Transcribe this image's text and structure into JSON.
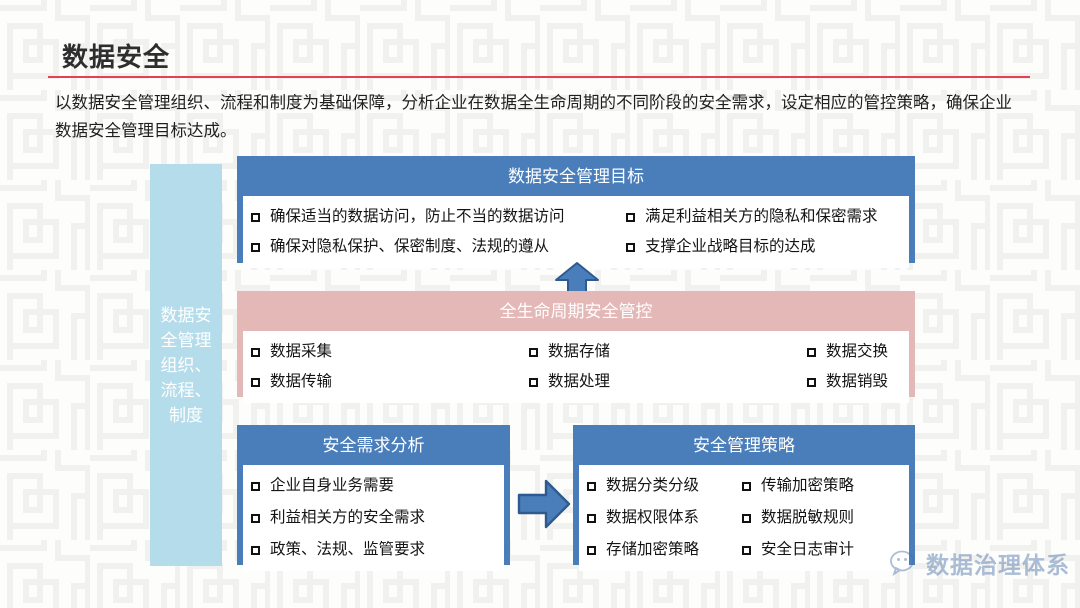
{
  "header": {
    "title": "数据安全",
    "intro": "以数据安全管理组织、流程和制度为基础保障，分析企业在数据全生命周期的不同阶段的安全需求，设定相应的管控策略，确保企业数据安全管理目标达成。",
    "rule_color": "#e8404f"
  },
  "pillar": {
    "label": "数据安全管理组织、流程、制度",
    "color": "#b5dcea"
  },
  "panels": {
    "goal": {
      "title": "数据安全管理目标",
      "color": "#4a7ebb",
      "bullets": [
        "确保适当的数据访问，防止不当的数据访问",
        "满足利益相关方的隐私和保密需求",
        "确保对隐私保护、保密制度、法规的遵从",
        "支撑企业战略目标的达成"
      ]
    },
    "lifecycle": {
      "title": "全生命周期安全管控",
      "color": "#e5b8b8",
      "bullets": [
        "数据采集",
        "数据存储",
        "数据交换",
        "数据传输",
        "数据处理",
        "数据销毁"
      ]
    },
    "demand": {
      "title": "安全需求分析",
      "color": "#4a7ebb",
      "bullets": [
        "企业自身业务需要",
        "利益相关方的安全需求",
        "政策、法规、监管要求"
      ]
    },
    "strategy": {
      "title": "安全管理策略",
      "color": "#4a7ebb",
      "bullets": [
        "数据分类分级",
        "传输加密策略",
        "数据权限体系",
        "数据脱敏规则",
        "存储加密策略",
        "安全日志审计"
      ]
    }
  },
  "arrows": {
    "up": "arrow-up-icon",
    "right": "arrow-right-icon",
    "fill": "#4a7ebb",
    "stroke": "#2f5a8f"
  },
  "watermark": {
    "text": "数据治理体系",
    "icon": "wechat-icon",
    "color": "#4a6fa8"
  }
}
